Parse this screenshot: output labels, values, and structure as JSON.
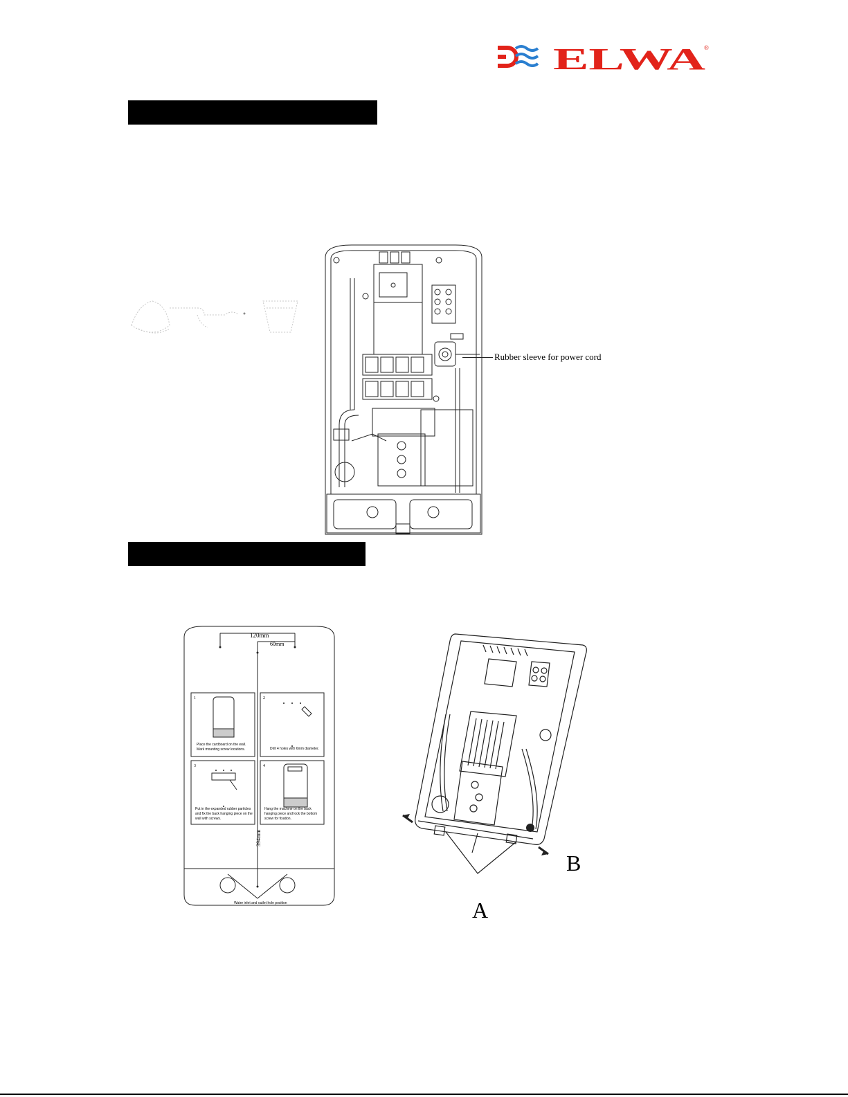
{
  "brand": {
    "name": "ELWA",
    "registered_mark": "®",
    "colors": {
      "blue": "#2a7fd0",
      "red": "#e2231a"
    }
  },
  "sections": [
    {
      "heading": ""
    },
    {
      "heading": ""
    }
  ],
  "figure_wiring": {
    "callout": "Rubber sleeve for power cord"
  },
  "figure_template": {
    "dim_120": "120mm",
    "dim_60": "60mm",
    "dim_394": "394mm",
    "steps": [
      {
        "number": "1",
        "text_line1": "Place the cardboard on the wall.",
        "text_line2": "Mark mounting screw locations."
      },
      {
        "number": "2",
        "text_line1": "Drill 4 holes with 6mm diameter.",
        "text_line2": ""
      },
      {
        "number": "3",
        "text_line1": "Put in the expanded rubber particles",
        "text_line2": "and fix the back hanging piece on the",
        "text_line3": "wall with screws."
      },
      {
        "number": "4",
        "text_line1": "Hang the machine on the back",
        "text_line2": "hanging piece and lock the bottom",
        "text_line3": "screw for fixation."
      }
    ],
    "bottom_caption": "Water inlet and outlet hole position"
  },
  "figure_assembly": {
    "label_a": "A",
    "label_b": "B"
  }
}
